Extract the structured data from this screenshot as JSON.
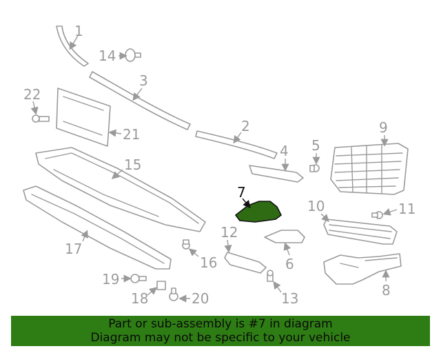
{
  "callouts": {
    "c1": "1",
    "c2": "2",
    "c3": "3",
    "c4": "4",
    "c5": "5",
    "c6": "6",
    "c7": "7",
    "c8": "8",
    "c9": "9",
    "c10": "10",
    "c11": "11",
    "c12": "12",
    "c13": "13",
    "c14": "14",
    "c15": "15",
    "c16": "16",
    "c17": "17",
    "c18": "18",
    "c19": "19",
    "c20": "20",
    "c21": "21",
    "c22": "22"
  },
  "highlighted_part": "7",
  "colors": {
    "highlight_fill": "#2e6b13",
    "banner_bg": "#2e7d14",
    "line": "#9a9a9a"
  },
  "banner": {
    "line1": "Part or sub-assembly is #7 in diagram",
    "line2": "Diagram may not be specific to your vehicle"
  }
}
